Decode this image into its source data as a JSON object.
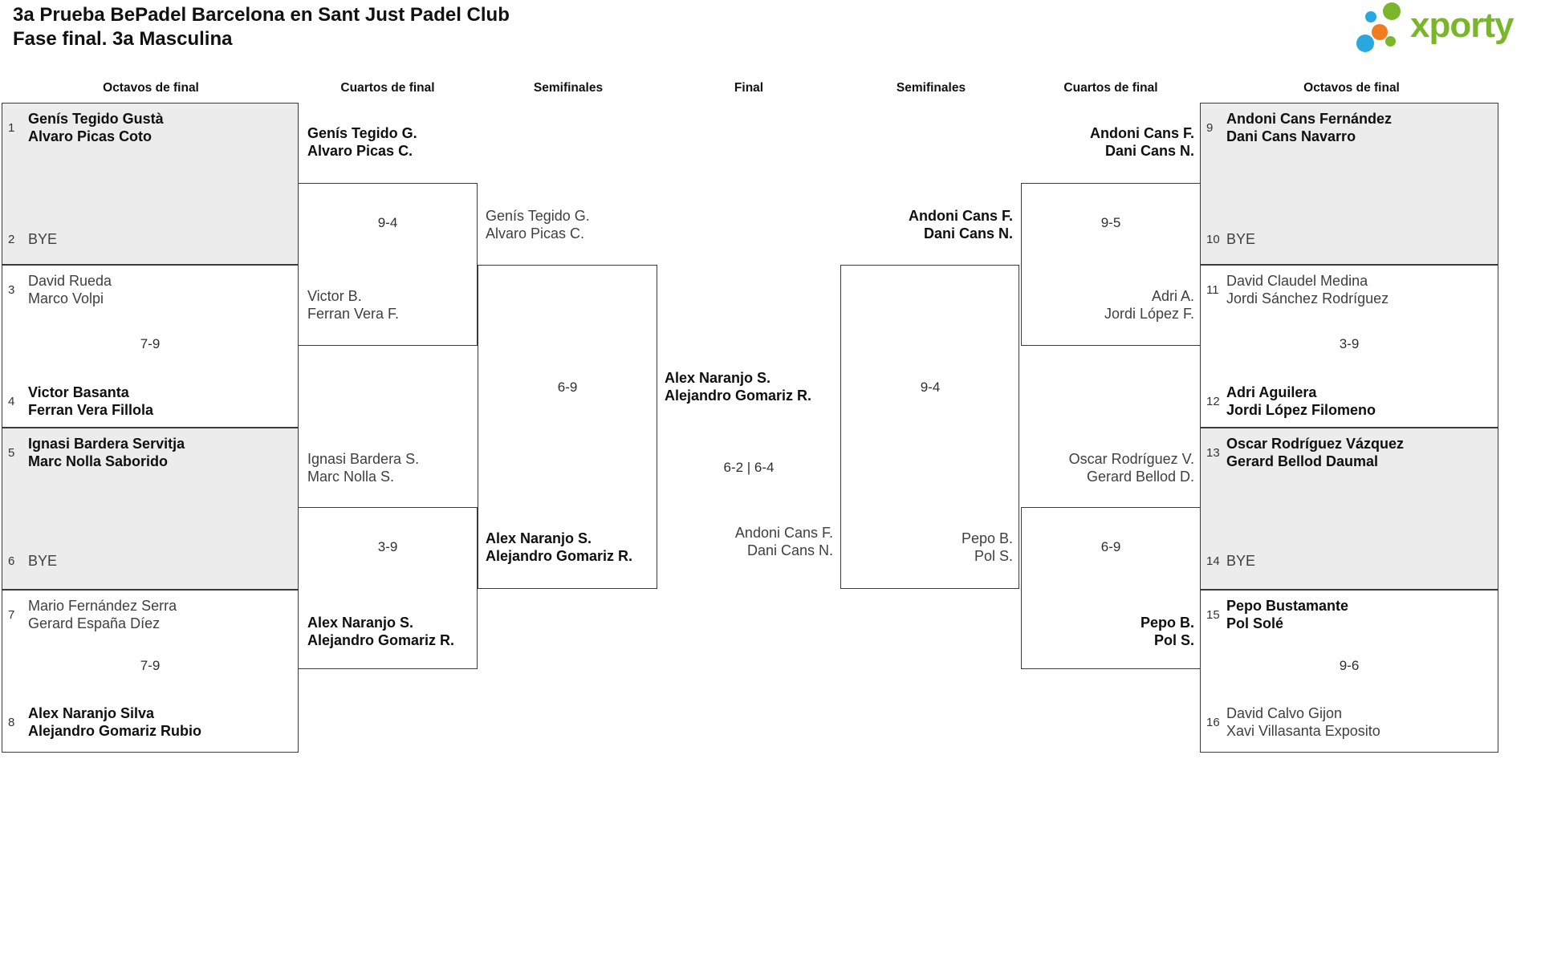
{
  "title": {
    "line1": "3a Prueba BePadel Barcelona en Sant Just Padel Club",
    "line2": "Fase final. 3a Masculina"
  },
  "logo": {
    "text": "xporty",
    "accent_green": "#7ab629",
    "dot_blue": "#29a8e0",
    "dot_orange": "#f07c1e"
  },
  "colors": {
    "box_border": "#3a3a3a",
    "box_gray_fill": "#ececec"
  },
  "headers": [
    "Octavos de final",
    "Cuartos de final",
    "Semifinales",
    "Final",
    "Semifinales",
    "Cuartos de final",
    "Octavos de final"
  ],
  "bracket": {
    "oL1": {
      "seedTop": "1",
      "topA": "Genís Tegido Gustà",
      "topB": "Alvaro Picas Coto",
      "seedBot": "2",
      "botA": "BYE",
      "score": ""
    },
    "oL2": {
      "seedTop": "3",
      "topA": "David Rueda",
      "topB": "Marco Volpi",
      "score": "7-9",
      "seedBot": "4",
      "botA": "Victor Basanta",
      "botB": "Ferran Vera Fillola"
    },
    "oL3": {
      "seedTop": "5",
      "topA": "Ignasi Bardera Servitja",
      "topB": "Marc Nolla Saborido",
      "seedBot": "6",
      "botA": "BYE",
      "score": ""
    },
    "oL4": {
      "seedTop": "7",
      "topA": "Mario Fernández Serra",
      "topB": "Gerard España Díez",
      "score": "7-9",
      "seedBot": "8",
      "botA": "Alex Naranjo Silva",
      "botB": "Alejandro Gomariz Rubio"
    },
    "qL1": {
      "topA": "Genís Tegido G.",
      "topB": "Alvaro Picas C.",
      "score": "9-4",
      "botA": "Victor B.",
      "botB": "Ferran Vera F."
    },
    "qL2": {
      "topA": "Ignasi Bardera S.",
      "topB": "Marc Nolla S.",
      "score": "3-9",
      "botA": "Alex Naranjo S.",
      "botB": "Alejandro Gomariz R."
    },
    "sL": {
      "topA": "Genís Tegido G.",
      "topB": "Alvaro Picas C.",
      "score": "6-9",
      "botA": "Alex Naranjo S.",
      "botB": "Alejandro Gomariz R."
    },
    "fin": {
      "topA": "Alex Naranjo S.",
      "topB": "Alejandro Gomariz R.",
      "score": "6-2 | 6-4",
      "botA": "Andoni Cans F.",
      "botB": "Dani Cans N."
    },
    "sR": {
      "topA": "Andoni Cans F.",
      "topB": "Dani Cans N.",
      "score": "9-4",
      "botA": "Pepo B.",
      "botB": "Pol S."
    },
    "qR1": {
      "topA": "Andoni Cans F.",
      "topB": "Dani Cans N.",
      "score": "9-5",
      "botA": "Adri A.",
      "botB": "Jordi López F."
    },
    "qR2": {
      "topA": "Oscar Rodríguez V.",
      "topB": "Gerard Bellod D.",
      "score": "6-9",
      "botA": "Pepo B.",
      "botB": "Pol S."
    },
    "oR1": {
      "seedTop": "9",
      "topA": "Andoni Cans Fernández",
      "topB": "Dani Cans Navarro",
      "seedBot": "10",
      "botA": "BYE",
      "score": ""
    },
    "oR2": {
      "seedTop": "11",
      "topA": "David Claudel Medina",
      "topB": "Jordi Sánchez Rodríguez",
      "score": "3-9",
      "seedBot": "12",
      "botA": "Adri Aguilera",
      "botB": "Jordi López Filomeno"
    },
    "oR3": {
      "seedTop": "13",
      "topA": "Oscar Rodríguez Vázquez",
      "topB": "Gerard Bellod Daumal",
      "seedBot": "14",
      "botA": "BYE",
      "score": ""
    },
    "oR4": {
      "seedTop": "15",
      "topA": "Pepo Bustamante",
      "topB": "Pol Solé",
      "score": "9-6",
      "seedBot": "16",
      "botA": "David Calvo Gijon",
      "botB": "Xavi Villasanta Exposito"
    }
  }
}
